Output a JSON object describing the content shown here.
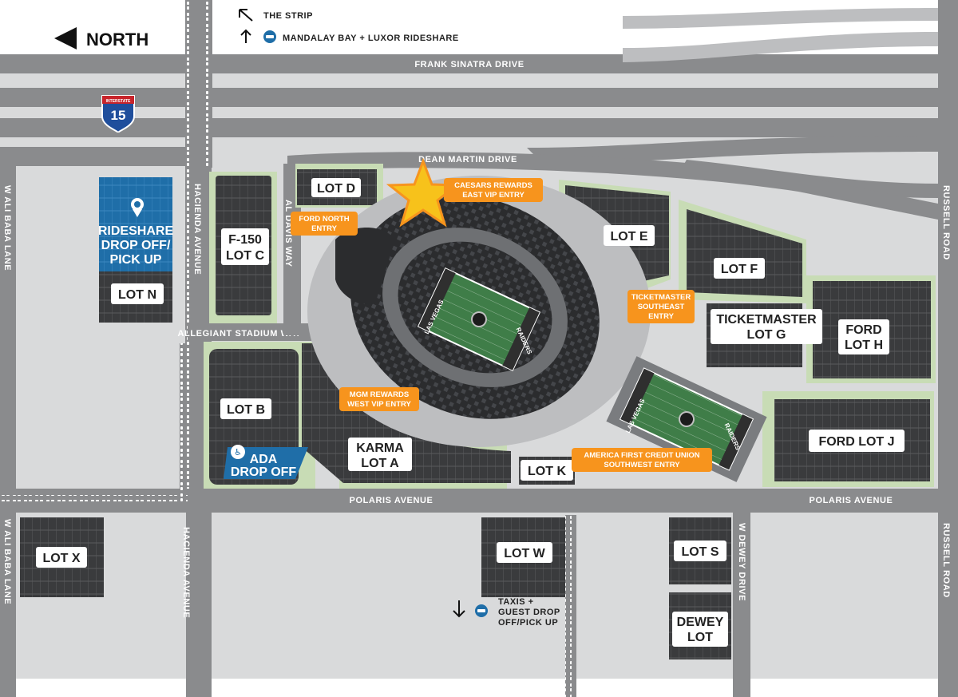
{
  "header": {
    "north_label": "NORTH",
    "strip_label": "THE STRIP",
    "mandalay_label": "MANDALAY BAY + LUXOR RIDESHARE"
  },
  "roads": {
    "frank_sinatra": "FRANK SINATRA DRIVE",
    "interstate_number": "15",
    "interstate_word": "INTERSTATE",
    "dean_martin": "DEAN MARTIN DRIVE",
    "hacienda_upper": "HACIENDA AVENUE",
    "hacienda_lower": "HACIENDA AVENUE",
    "al_davis": "AL DAVIS WAY",
    "allegiant": "ALLEGIANT STADIUM WAY",
    "ali_baba_upper": "W ALI BABA LANE",
    "ali_baba_lower": "W ALI BABA LANE",
    "polaris_left": "POLARIS AVENUE",
    "polaris_right": "POLARIS AVENUE",
    "russell_upper": "RUSSELL ROAD",
    "russell_lower": "RUSSELL ROAD",
    "dewey": "W DEWEY DRIVE"
  },
  "lots": {
    "lot_d": "LOT D",
    "lot_c_1": "F-150",
    "lot_c_2": "LOT C",
    "lot_e": "LOT E",
    "lot_f": "LOT F",
    "lot_g_1": "TICKETMASTER",
    "lot_g_2": "LOT G",
    "lot_h_1": "FORD",
    "lot_h_2": "LOT H",
    "lot_j": "FORD LOT J",
    "lot_b": "LOT B",
    "lot_a_1": "KARMA",
    "lot_a_2": "LOT A",
    "lot_k": "LOT K",
    "lot_n": "LOT N",
    "lot_x": "LOT X",
    "lot_w": "LOT W",
    "lot_s": "LOT S",
    "dewey_1": "DEWEY",
    "dewey_2": "LOT"
  },
  "rideshare": {
    "line1": "RIDESHARE",
    "line2": "DROP OFF/",
    "line3": "PICK UP"
  },
  "ada": {
    "line1": "ADA",
    "line2": "DROP OFF"
  },
  "entries": {
    "caesars_1": "CAESARS REWARDS",
    "caesars_2": "EAST VIP ENTRY",
    "ford_north_1": "FORD NORTH",
    "ford_north_2": "ENTRY",
    "ticketmaster_1": "TICKETMASTER",
    "ticketmaster_2": "SOUTHEAST",
    "ticketmaster_3": "ENTRY",
    "mgm_1": "MGM REWARDS",
    "mgm_2": "WEST VIP ENTRY",
    "afcu_1": "AMERICA FIRST CREDIT UNION",
    "afcu_2": "SOUTHWEST ENTRY"
  },
  "field": {
    "end_left": "LAS VEGAS",
    "end_right": "RAIDERS"
  },
  "taxis": {
    "line1": "TAXIS +",
    "line2": "GUEST DROP",
    "line3": "OFF/PICK UP"
  },
  "colors": {
    "road": "#8a8b8d",
    "ground": "#d9dadb",
    "lot": "#3a3b3d",
    "green": "#c8dcb5",
    "entry": "#f7941d",
    "rideshare": "#1f6ea8",
    "star": "#f7c21b"
  }
}
